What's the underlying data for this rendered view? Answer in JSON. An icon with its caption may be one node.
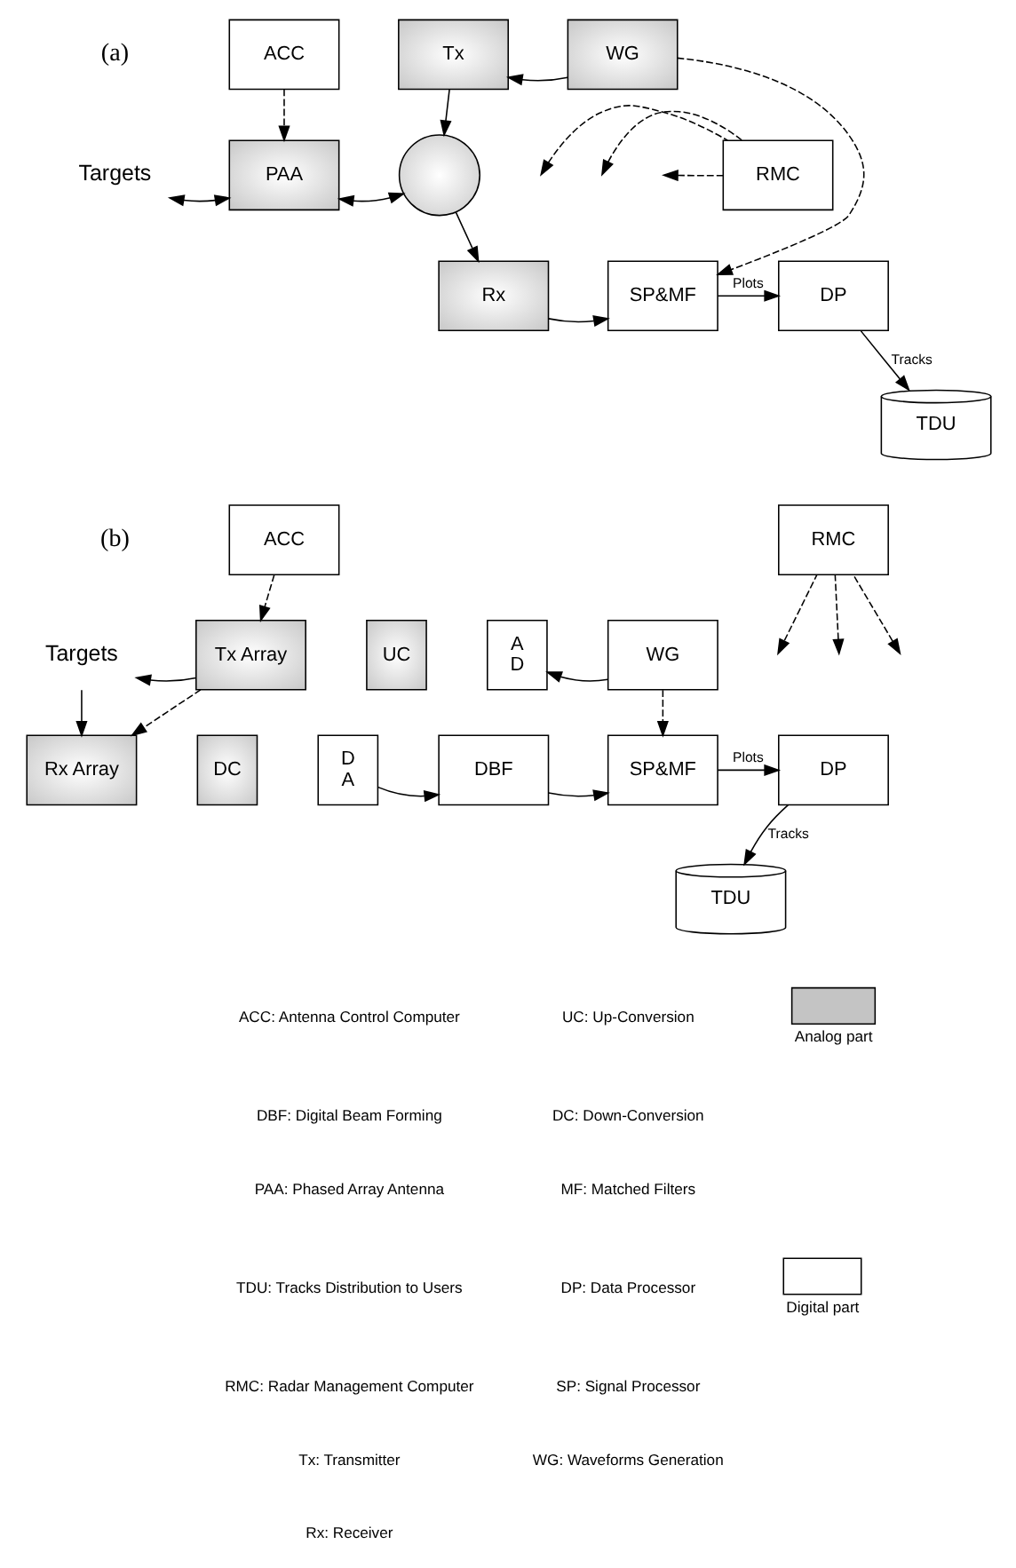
{
  "diagram": {
    "nodes": [
      {
        "text": [
          "ACC"
        ]
      },
      {
        "text": [
          "Tx"
        ]
      },
      {
        "text": [
          "WG"
        ]
      },
      {
        "text": [
          "Targets"
        ]
      },
      {
        "text": [
          "PAA"
        ]
      },
      {
        "text": [],
        "shape": "circle"
      },
      {
        "text": [
          "RMC"
        ]
      },
      {
        "text": [
          "Rx"
        ]
      },
      {
        "text": [
          "SP&MF"
        ]
      },
      {
        "text": [
          "DP"
        ]
      },
      {
        "text": [
          "TDU"
        ]
      },
      {
        "text": [
          "ACC"
        ]
      },
      {
        "text": [
          "RMC"
        ]
      },
      {
        "text": [
          "Targets"
        ]
      },
      {
        "text": [
          "Tx Array"
        ]
      },
      {
        "text": [
          "UC"
        ]
      },
      {
        "text": [
          "A",
          "D"
        ]
      },
      {
        "text": [
          "WG"
        ]
      },
      {
        "text": [
          "Rx Array"
        ]
      },
      {
        "text": [
          "DC"
        ]
      },
      {
        "text": [
          "D",
          "A"
        ]
      },
      {
        "text": [
          "DBF"
        ]
      },
      {
        "text": [
          "SP&MF"
        ]
      },
      {
        "text": [
          "DP"
        ]
      },
      {
        "text": [
          "TDU"
        ]
      }
    ],
    "edges": [
      {
        "from": 0,
        "to": 4,
        "arrow": "to",
        "style": "dashed"
      },
      {
        "from": 2,
        "to": 1,
        "arrow": "to"
      },
      {
        "from": 1,
        "to": 5,
        "arrow": "to"
      },
      {
        "from": 3,
        "to": 4,
        "arrow": "both"
      },
      {
        "from": 4,
        "to": 5,
        "arrow": "both"
      },
      {
        "from": 6,
        "to": null,
        "arrow": "to",
        "style": "dashed"
      },
      {
        "from": 6,
        "to": null,
        "arrow": "to",
        "style": "dashed"
      },
      {
        "from": 6,
        "to": null,
        "arrow": "to",
        "style": "dashed"
      },
      {
        "from": 2,
        "to": 8,
        "arrow": "to",
        "style": "dashed"
      },
      {
        "from": 5,
        "to": 7,
        "arrow": "to"
      },
      {
        "from": 7,
        "to": 8,
        "arrow": "to"
      },
      {
        "from": 8,
        "to": 9,
        "arrow": "to",
        "label": "Plots"
      },
      {
        "from": 9,
        "to": 10,
        "arrow": "to",
        "label": "Tracks"
      },
      {
        "from": 11,
        "to": 14,
        "arrow": "to",
        "style": "dashed"
      },
      {
        "from": 12,
        "to": null,
        "arrow": "to",
        "style": "dashed"
      },
      {
        "from": 12,
        "to": null,
        "arrow": "to",
        "style": "dashed"
      },
      {
        "from": 12,
        "to": null,
        "arrow": "to",
        "style": "dashed"
      },
      {
        "from": 14,
        "to": 13,
        "arrow": "to"
      },
      {
        "from": 17,
        "to": 16,
        "arrow": "to"
      },
      {
        "from": 14,
        "to": 18,
        "arrow": "to",
        "style": "dashed"
      },
      {
        "from": 17,
        "to": 22,
        "arrow": "to",
        "style": "dashed"
      },
      {
        "from": 13,
        "to": 18,
        "arrow": "to"
      },
      {
        "from": 20,
        "to": 21,
        "arrow": "to"
      },
      {
        "from": 21,
        "to": 22,
        "arrow": "to"
      },
      {
        "from": 22,
        "to": 23,
        "arrow": "to",
        "label": "Plots"
      },
      {
        "from": 23,
        "to": 24,
        "arrow": "to",
        "label": "Tracks"
      }
    ],
    "labels": [
      "(a)",
      "(b)",
      "ACC: Antenna Control Computer",
      "DBF: Digital Beam Forming",
      "PAA: Phased Array Antenna",
      "TDU: Tracks Distribution to Users",
      "RMC: Radar Management Computer",
      "Tx: Transmitter",
      "Rx: Receiver",
      "UC: Up-Conversion",
      "DC: Down-Conversion",
      "MF: Matched Filters",
      "DP: Data Processor",
      "SP: Signal Processor",
      "WG: Waveforms Generation"
    ],
    "legend": [
      {
        "text": "Analog part",
        "color": "#c4c4c4"
      },
      {
        "text": "Digital part",
        "color": "#ffffff"
      }
    ]
  }
}
